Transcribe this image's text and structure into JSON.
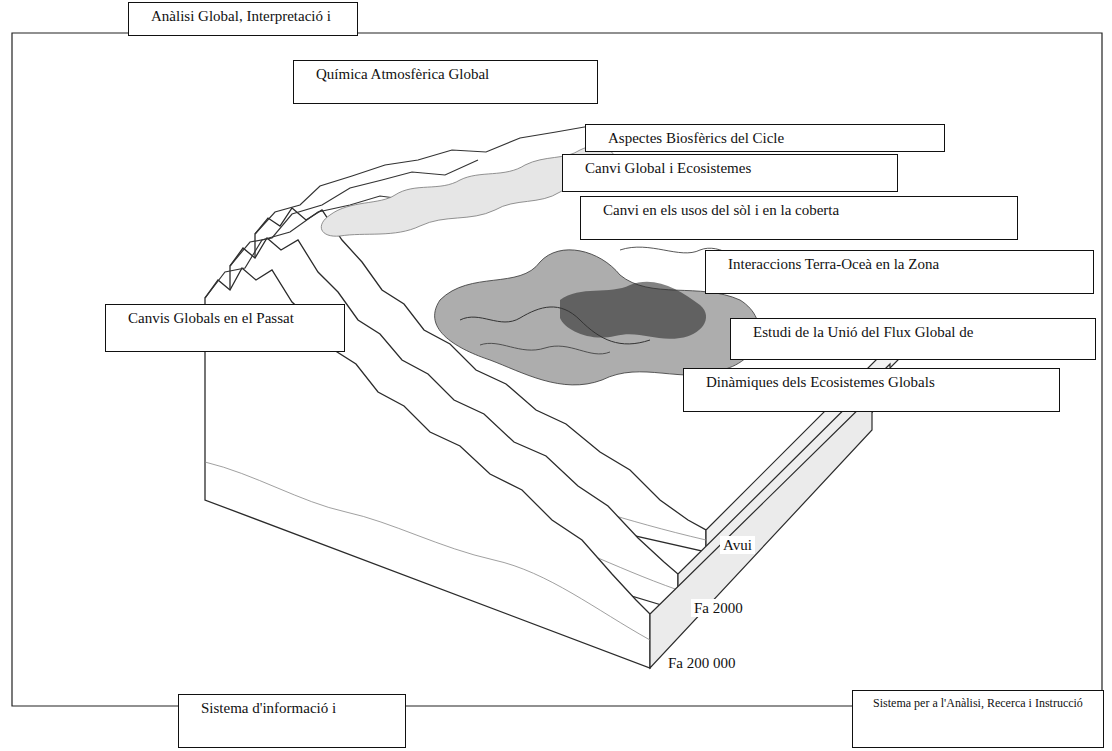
{
  "diagram": {
    "nodes": [
      {
        "text": [
          "Anàlisi Global, Interpretació i"
        ]
      },
      {
        "text": [
          "Química Atmosfèrica Global"
        ]
      },
      {
        "text": [
          "Aspectes Biosfèrics del Cicle"
        ]
      },
      {
        "text": [
          "Canvi Global i Ecosistemes"
        ]
      },
      {
        "text": [
          "Canvi en els usos del sòl i en la coberta"
        ]
      },
      {
        "text": [
          "Interaccions Terra-Oceà en la Zona"
        ]
      },
      {
        "text": [
          "Canvis Globals en el Passat"
        ]
      },
      {
        "text": [
          "Estudi de la Unió del Flux Global de"
        ]
      },
      {
        "text": [
          "Dinàmiques dels Ecosistemes Globals"
        ]
      },
      {
        "text": [
          "Sistema d'informació i"
        ]
      },
      {
        "text": [
          "Sistema per a l'Anàlisi, Recerca i Instrucció"
        ]
      }
    ],
    "edges": [
      {
        "from": 0,
        "to": 10,
        "arrow": "none"
      },
      {
        "from": 10,
        "to": 9,
        "arrow": "none"
      },
      {
        "from": 9,
        "to": 0,
        "arrow": "none"
      }
    ],
    "labels": [
      "Avui",
      "Fa 2000",
      "Fa 200 000"
    ]
  }
}
